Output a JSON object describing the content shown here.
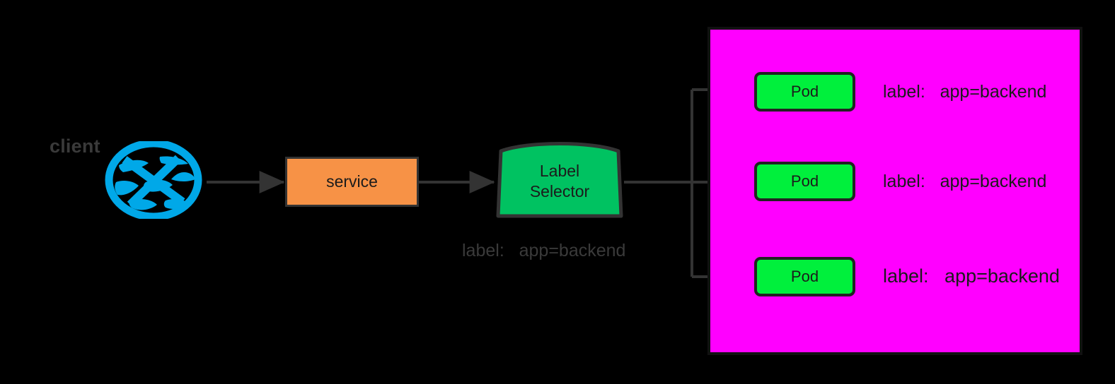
{
  "diagram": {
    "title": "Kubernetes Service Label Selector routing to backend Pods",
    "background": "#000000"
  },
  "client": {
    "label": "client",
    "icon": "globe-icon",
    "color": "#00A8E8",
    "label_color": "#3a3a3a"
  },
  "service": {
    "label": "service",
    "fill": "#F79246",
    "stroke": "#333333"
  },
  "label_selector": {
    "line1": "Label",
    "line2": "Selector",
    "fill": "#00C261",
    "stroke": "#333333",
    "caption": "label:   app=backend",
    "caption_color": "#3a3a3a"
  },
  "namespace": {
    "fill": "#FF00FF",
    "stroke": "#111111"
  },
  "pods": [
    {
      "label": "Pod",
      "caption": "label:   app=backend",
      "fill": "#00F03C",
      "stroke": "#222222"
    },
    {
      "label": "Pod",
      "caption": "label:   app=backend",
      "fill": "#00F03C",
      "stroke": "#222222"
    },
    {
      "label": "Pod",
      "caption": "label:   app=backend",
      "fill": "#00F03C",
      "stroke": "#222222"
    }
  ],
  "connectors": {
    "stroke": "#333333",
    "arrow_1": "client-to-service",
    "arrow_2": "service-to-label-selector",
    "arrow_3": "label-selector-to-pod-1",
    "arrow_4": "label-selector-to-pod-2",
    "arrow_5": "label-selector-to-pod-3"
  }
}
